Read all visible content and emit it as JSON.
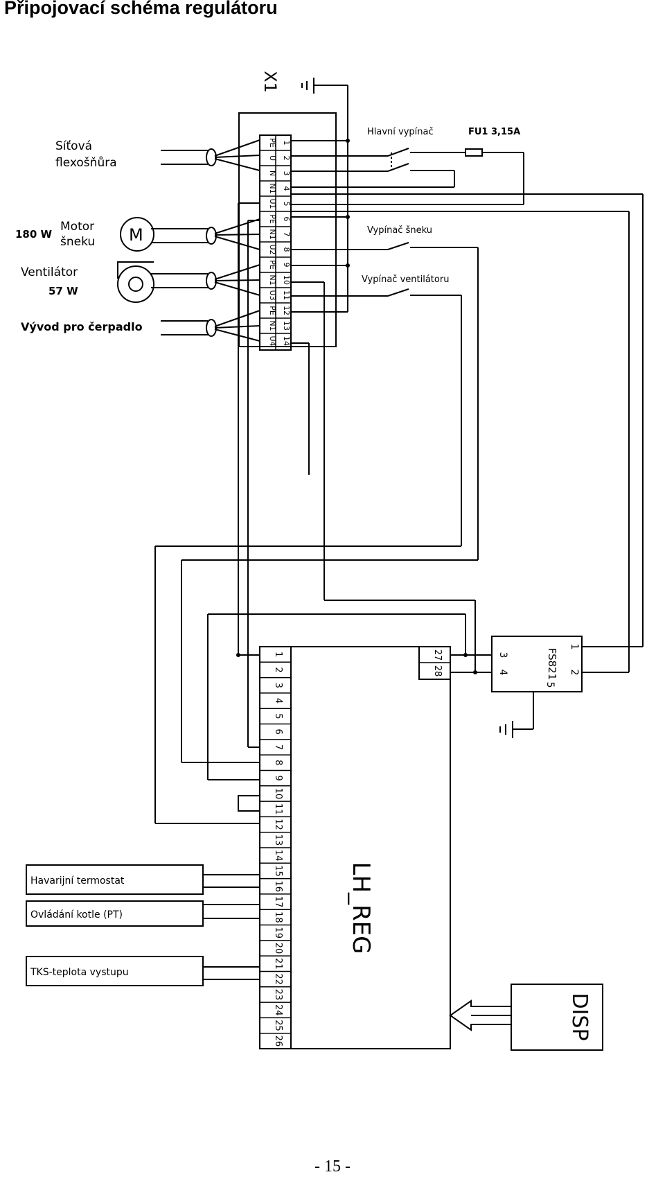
{
  "page_title": "Připojovací schéma regulátoru",
  "page_number": "- 15 -",
  "terminal_block": {
    "label": "X1",
    "terminals": [
      {
        "num": "1",
        "sig": "PE"
      },
      {
        "num": "2",
        "sig": "U"
      },
      {
        "num": "3",
        "sig": "N"
      },
      {
        "num": "4",
        "sig": "N1"
      },
      {
        "num": "5",
        "sig": "U1"
      },
      {
        "num": "6",
        "sig": "PE"
      },
      {
        "num": "7",
        "sig": "N1"
      },
      {
        "num": "8",
        "sig": "U2"
      },
      {
        "num": "9",
        "sig": "PE"
      },
      {
        "num": "10",
        "sig": "N1"
      },
      {
        "num": "11",
        "sig": "U3"
      },
      {
        "num": "12",
        "sig": "PE"
      },
      {
        "num": "13",
        "sig": "N1"
      },
      {
        "num": "14",
        "sig": "U4"
      }
    ]
  },
  "inputs": {
    "mains_cord_line1": "Síťová",
    "mains_cord_line2": "flexošňůra",
    "motor_power": "180 W",
    "motor_line1": "Motor",
    "motor_line2": "šneku",
    "fan_line1": "Ventilátor",
    "fan_power": "57 W",
    "pump_outlet": "Vývod pro čerpadlo"
  },
  "switches": {
    "main_switch": "Hlavní vypínač",
    "fuse": "FU1 3,15A",
    "auger_switch": "Vypínač šneku",
    "fan_switch": "Vypínač ventilátoru"
  },
  "controller": {
    "label": "LH_REG",
    "terminals": [
      "1",
      "2",
      "3",
      "4",
      "5",
      "6",
      "7",
      "8",
      "9",
      "10",
      "11",
      "12",
      "13",
      "14",
      "15",
      "16",
      "17",
      "18",
      "19",
      "20",
      "21",
      "22",
      "23",
      "24",
      "25",
      "26"
    ],
    "aux_terminals": [
      "27",
      "28"
    ]
  },
  "sensor_module": {
    "label": "FS821",
    "pins": [
      "1",
      "2",
      "3",
      "4",
      "5"
    ]
  },
  "display": {
    "label": "DISP"
  },
  "external": {
    "emergency_thermostat": "Havarijní termostat",
    "boiler_control": "Ovládání kotle (PT)",
    "tks_sensor": "TKS-teplota vystupu"
  },
  "colors": {
    "ink": "#000000",
    "background": "#ffffff"
  }
}
